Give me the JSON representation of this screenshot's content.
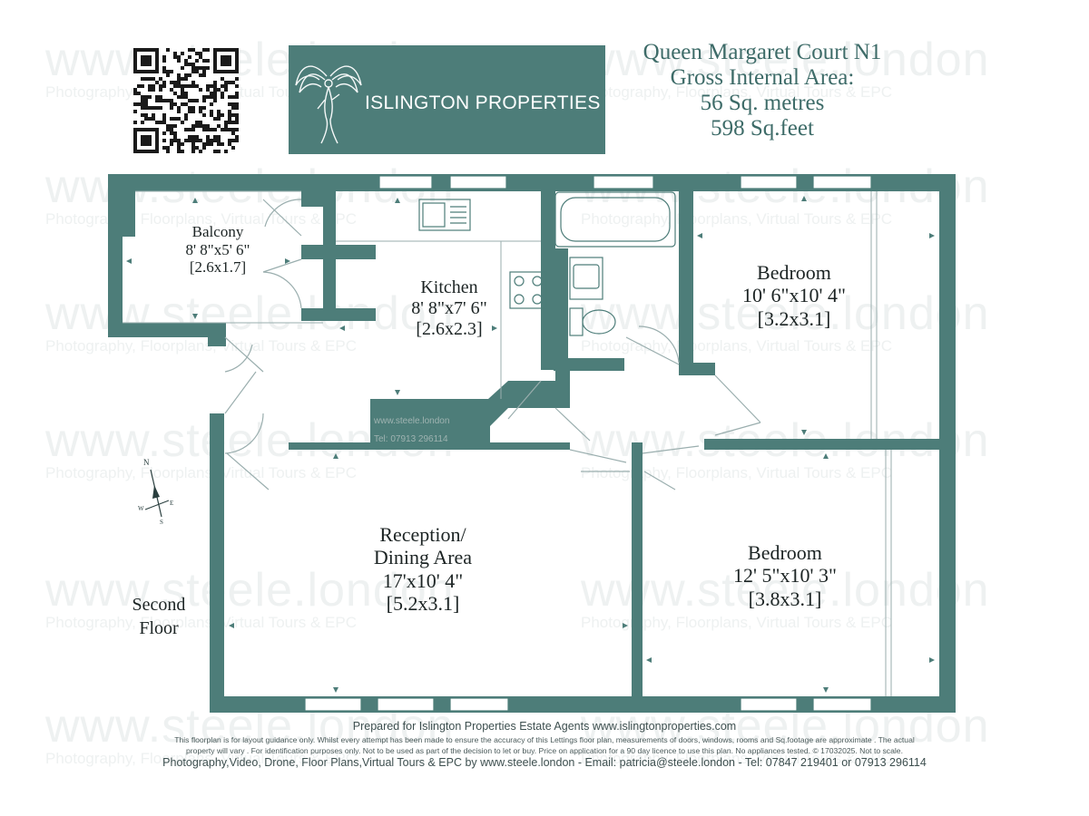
{
  "header": {
    "brand": "ISLINGTON PROPERTIES",
    "address": "Queen Margaret Court N1",
    "area_label": "Gross Internal Area:",
    "area_metric": "56 Sq. metres",
    "area_imperial": "598 Sq.feet"
  },
  "rooms": {
    "balcony": {
      "name": "Balcony",
      "imperial": "8' 8\"x5' 6\"",
      "metric": "[2.6x1.7]"
    },
    "kitchen": {
      "name": "Kitchen",
      "imperial": "8' 8\"x7' 6\"",
      "metric": "[2.6x2.3]"
    },
    "bedroom1": {
      "name": "Bedroom",
      "imperial": "10' 6\"x10' 4\"",
      "metric": "[3.2x3.1]"
    },
    "reception": {
      "name_line1": "Reception/",
      "name_line2": "Dining Area",
      "imperial": "17'x10' 4\"",
      "metric": "[5.2x3.1]"
    },
    "bedroom2": {
      "name": "Bedroom",
      "imperial": "12' 5\"x10' 3\"",
      "metric": "[3.8x3.1]"
    }
  },
  "floor": {
    "line1": "Second",
    "line2": "Floor"
  },
  "compass": {
    "n": "N",
    "e": "E",
    "s": "S",
    "w": "W"
  },
  "inner_watermark": {
    "line1": "www.steele.london",
    "line2": "Tel: 07913 296114"
  },
  "watermark": {
    "big": "www.steele.london",
    "small": "Photography, Floorplans, Virtual Tours & EPC"
  },
  "footer": {
    "prepared": "Prepared for Islington Properties Estate Agents www.islingtonproperties.com",
    "disclaimer1": "This floorplan is for layout guidance only. Whilst every attempt has been made to ensure the accuracy of this  Lettings floor plan, measurements of doors, windows, rooms and Sq.footage are approximate  . The actual",
    "disclaimer2": "property will vary . For identification purposes only. Not to be used as part of the decision to  let or buy. Price on application for a 90 day licence to use this plan. No appliances tested. ©  17032025. Not to scale.",
    "contact": "Photography,Video, Drone, Floor Plans,Virtual Tours & EPC by  www.steele.london - Email: patricia@steele.london - Tel: 07847 219401  or 07913 296114"
  },
  "colors": {
    "wall": "#4d7d79",
    "title": "#3d6b68",
    "logo_bg": "#4d7d79"
  }
}
